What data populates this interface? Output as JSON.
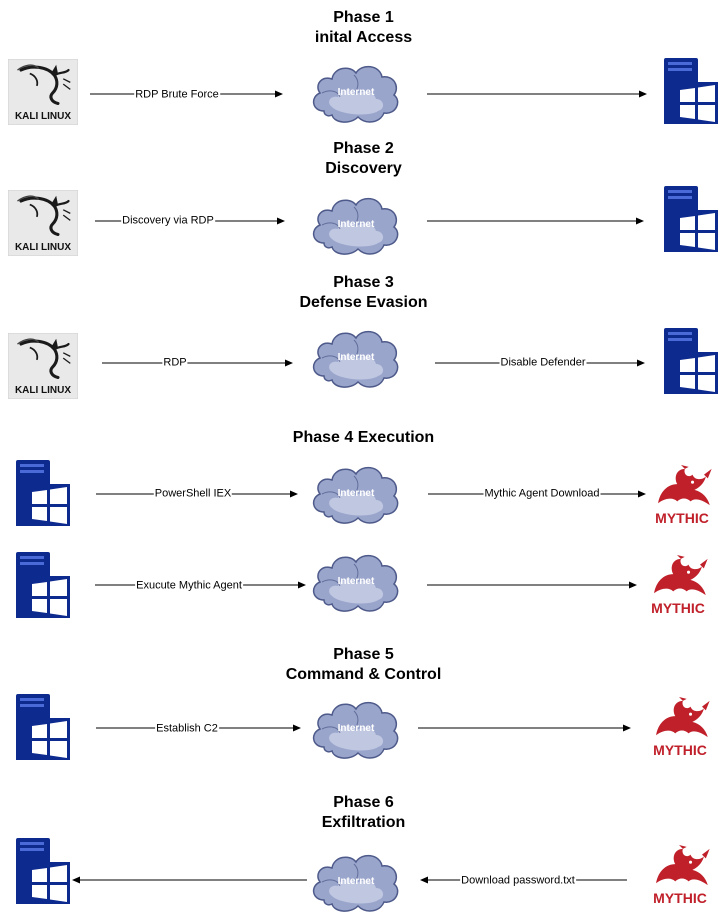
{
  "phases": [
    {
      "line1": "Phase 1",
      "line2": "inital Access"
    },
    {
      "line1": "Phase 2",
      "line2": "Discovery"
    },
    {
      "line1": "Phase 3",
      "line2": "Defense Evasion"
    },
    {
      "line1": "Phase 4 Execution",
      "line2": ""
    },
    {
      "line1": "Phase 5",
      "line2": "Command & Control"
    },
    {
      "line1": "Phase 6",
      "line2": "Exfiltration"
    }
  ],
  "cloud_label": "Internet",
  "kali_logo_text": "KALI LINUX",
  "mythic_logo_text": "MYTHIC",
  "edges": [
    {
      "label": "RDP Brute Force"
    },
    {
      "label": ""
    },
    {
      "label": "Discovery via RDP"
    },
    {
      "label": ""
    },
    {
      "label": "RDP"
    },
    {
      "label": "Disable Defender"
    },
    {
      "label": "PowerShell IEX"
    },
    {
      "label": "Mythic Agent Download"
    },
    {
      "label": "Exucute Mythic Agent"
    },
    {
      "label": ""
    },
    {
      "label": "Establish C2"
    },
    {
      "label": ""
    },
    {
      "label": "Download password.txt"
    },
    {
      "label": ""
    }
  ],
  "colors": {
    "windows_server": "#0d2a8f",
    "windows_panel": "#1d3fb8",
    "mythic_red": "#c0202a",
    "cloud_fill": "#b8c0dc",
    "cloud_stroke": "#5c6796",
    "arrow": "#000000"
  },
  "icons": {
    "kali": "kali-linux-logo-icon",
    "cloud": "internet-cloud-icon",
    "server": "windows-server-icon",
    "mythic": "mythic-logo-icon"
  }
}
